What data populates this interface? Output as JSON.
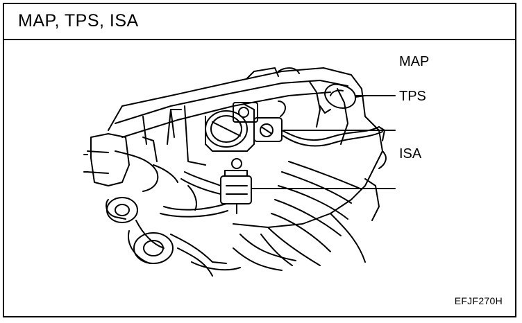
{
  "title": "MAP, TPS, ISA",
  "callouts": {
    "map": "MAP",
    "tps": "TPS",
    "isa": "ISA"
  },
  "figure_code": "EFJF270H",
  "colors": {
    "line": "#000000",
    "background": "#ffffff"
  }
}
